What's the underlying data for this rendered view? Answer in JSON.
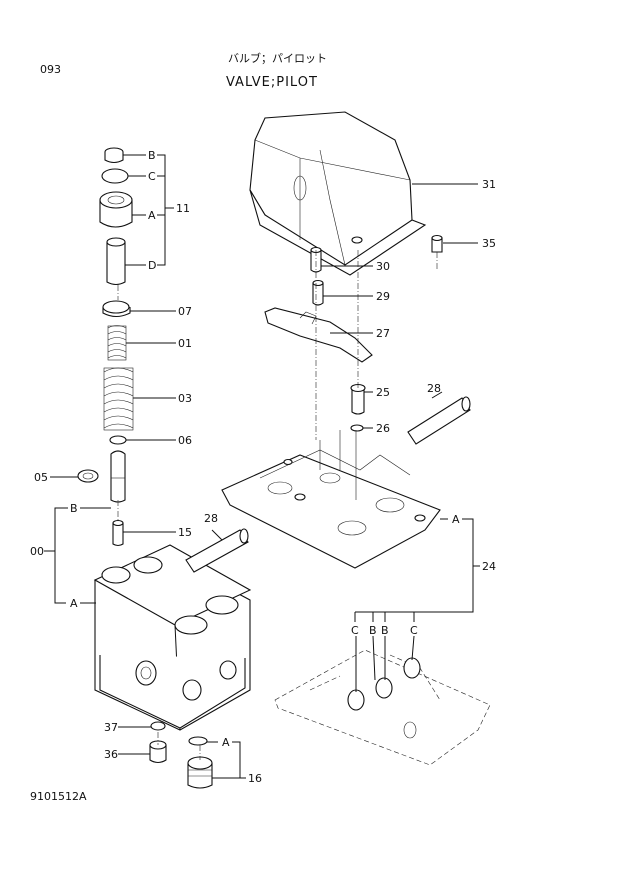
{
  "header": {
    "page_no": "093",
    "title_jp": "バルブ；パイロット",
    "title_en": "VALVE;PILOT",
    "ref_no": "9101512A"
  },
  "callouts": {
    "c31": "31",
    "c35": "35",
    "c30": "30",
    "c29": "29",
    "c27": "27",
    "c25": "25",
    "c26": "26",
    "c28a": "28",
    "c28b": "28",
    "c24": "24",
    "cA24": "A",
    "cC1": "C",
    "cB1": "B",
    "cB2": "B",
    "cC2": "C",
    "cB": "B",
    "cC": "C",
    "cA": "A",
    "cD": "D",
    "c11": "11",
    "c07": "07",
    "c01": "01",
    "c03": "03",
    "c06": "06",
    "c05": "05",
    "c00": "00",
    "c00B": "B",
    "c00A": "A",
    "c15": "15",
    "c37": "37",
    "c36": "36",
    "c16A": "A",
    "c16": "16"
  }
}
